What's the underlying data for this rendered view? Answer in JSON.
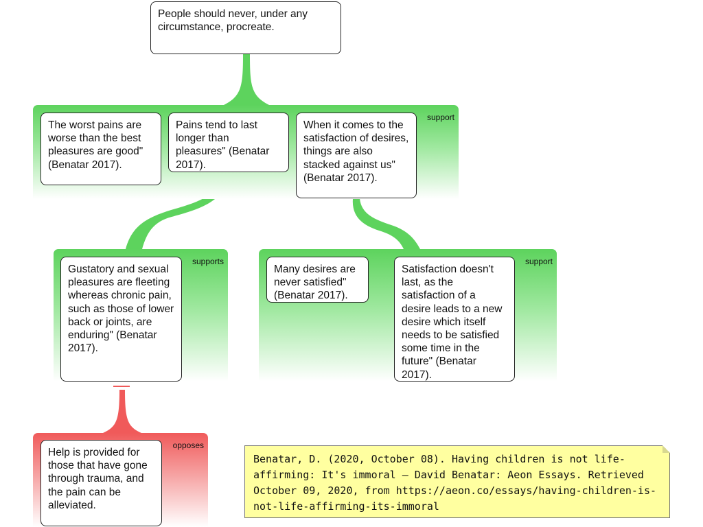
{
  "nodes": {
    "root": "People should never, under any circumstance, procreate.",
    "worst_pains": "The worst pains are worse than the best pleasures are good\" (Benatar 2017).",
    "pains_longer": "Pains tend to last longer than pleasures\" (Benatar 2017).",
    "satisfaction": "When it comes to the satisfaction of desires, things are also stacked against us\" (Benatar 2017).",
    "gustatory": "Gustatory and sexual pleasures are fleeting whereas chronic pain, such as those of lower back or joints, are enduring\" (Benatar 2017).",
    "many_desires": "Many desires are never satisfied\" (Benatar 2017).",
    "satisfaction_last": "Satisfaction doesn't last, as the satisfaction of a desire leads to a new desire which itself needs to be satisfied some time in the future\" (Benatar 2017).",
    "help": "Help is provided for those that have gone through trauma, and the pain can be alleviated."
  },
  "groups": {
    "top_label": "support",
    "left_label": "supports",
    "right_label": "support",
    "oppose_label": "opposes"
  },
  "reference": "Benatar, D. (2020, October 08). Having children is not life-affirming: It's immoral – David Benatar: Aeon Essays. Retrieved October 09, 2020, from https://aeon.co/essays/having-children-is-not-life-affirming-its-immoral",
  "colors": {
    "support": "#5dd35d",
    "oppose": "#f05a5a",
    "note": "#ffffa0"
  }
}
